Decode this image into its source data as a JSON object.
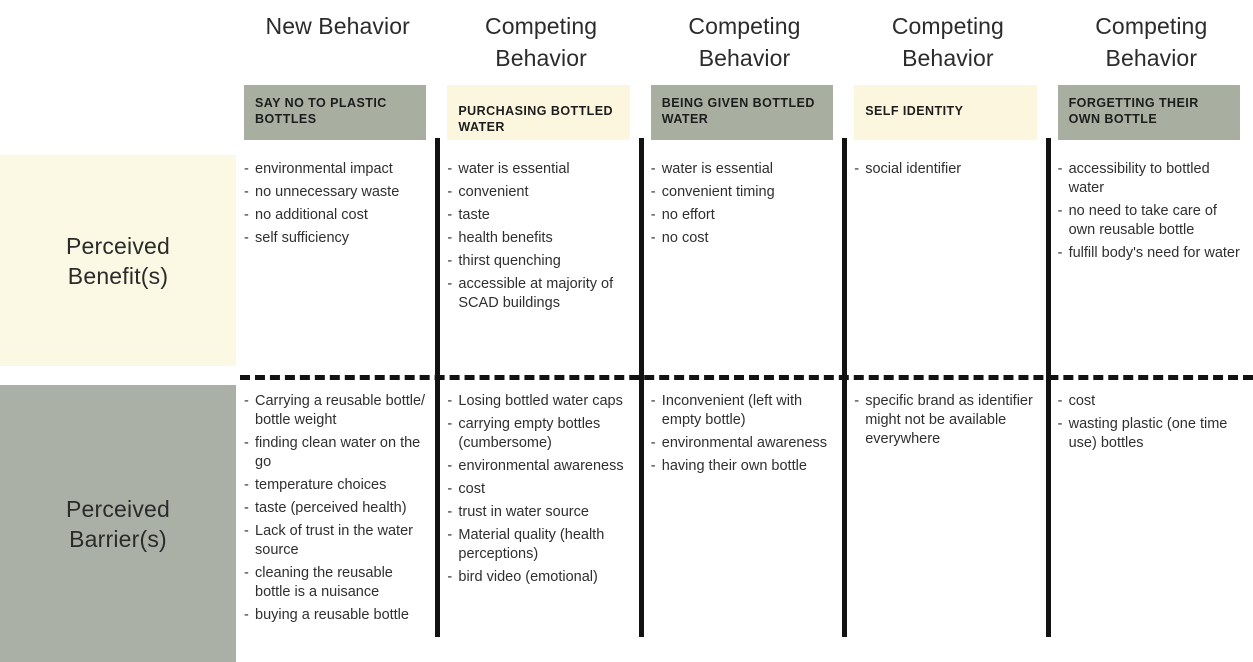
{
  "rows": {
    "benefit_label": "Perceived Benefit(s)",
    "barrier_label": "Perceived Barrier(s)"
  },
  "colors": {
    "chip_gray": "#a8aea0",
    "chip_cream": "#fbf6dd",
    "block_cream": "#fbf8e3",
    "block_gray": "#abb0a6",
    "divider": "#121212",
    "text": "#2b2b2b"
  },
  "columns": [
    {
      "caption": "New Behavior",
      "chip_label": "SAY NO TO PLASTIC BOTTLES",
      "chip_style": "gray",
      "benefits": [
        "environmental impact",
        "no unnecessary waste",
        "no additional cost",
        "self sufficiency"
      ],
      "barriers": [
        "Carrying a reusable bottle/ bottle weight",
        "finding clean water on the go",
        "temperature choices",
        "taste (perceived health)",
        "Lack of trust in the water source",
        "cleaning the reusable bottle is a nuisance",
        "buying a reusable bottle"
      ]
    },
    {
      "caption": "Competing Behavior",
      "chip_label": "PURCHASING BOTTLED WATER",
      "chip_style": "cream",
      "benefits": [
        "water is essential",
        "convenient",
        "taste",
        "health benefits",
        "thirst quenching",
        "accessible at majority of SCAD buildings"
      ],
      "barriers": [
        "Losing bottled water caps",
        "carrying empty bottles (cumbersome)",
        "environmental awareness",
        "cost",
        "trust in water source",
        "Material quality (health perceptions)",
        "bird video (emotional)"
      ]
    },
    {
      "caption": "Competing Behavior",
      "chip_label": "BEING GIVEN BOTTLED WATER",
      "chip_style": "gray",
      "benefits": [
        "water is essential",
        "convenient timing",
        "no effort",
        "no cost"
      ],
      "barriers": [
        "Inconvenient (left with empty bottle)",
        "environmental awareness",
        "having their own bottle"
      ]
    },
    {
      "caption": "Competing Behavior",
      "chip_label": "SELF IDENTITY",
      "chip_style": "cream",
      "benefits": [
        "social identifier"
      ],
      "barriers": [
        "specific brand as identifier might not be available everywhere"
      ]
    },
    {
      "caption": "Competing Behavior",
      "chip_label": "FORGETTING THEIR OWN BOTTLE",
      "chip_style": "gray",
      "benefits": [
        "accessibility to bottled water",
        "no need to take care of own reusable bottle",
        "fulfill body's need for water"
      ],
      "barriers": [
        "cost",
        "wasting plastic (one time use) bottles"
      ]
    }
  ]
}
